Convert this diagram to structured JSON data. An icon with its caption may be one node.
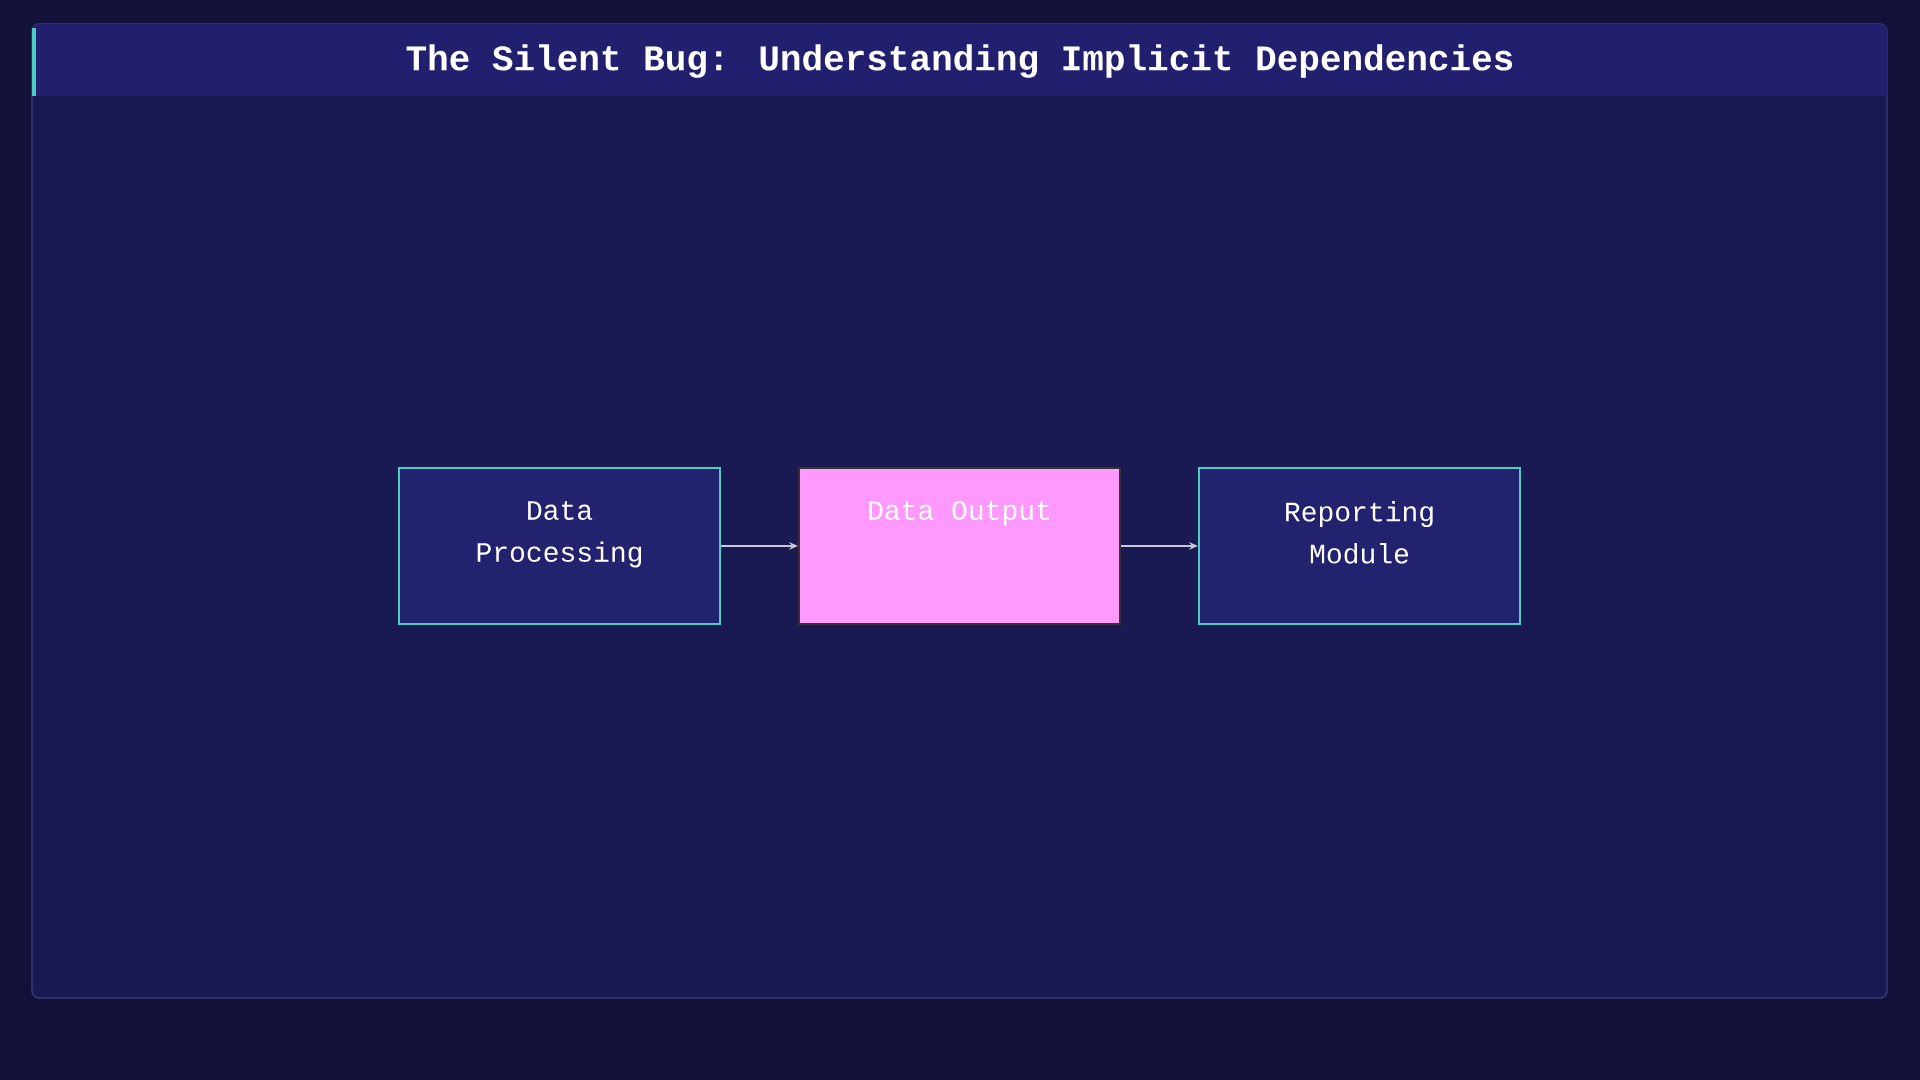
{
  "diagram": {
    "title": "The Silent Bug: Understanding Implicit Dependencies",
    "nodes": [
      {
        "text": [
          "Data Processing"
        ]
      },
      {
        "text": [
          "Data Output"
        ]
      },
      {
        "text": [
          "Reporting Module"
        ]
      }
    ],
    "edges": [
      {
        "from": 0,
        "to": 1,
        "arrow": "to"
      },
      {
        "from": 1,
        "to": 2,
        "arrow": "to"
      }
    ]
  }
}
